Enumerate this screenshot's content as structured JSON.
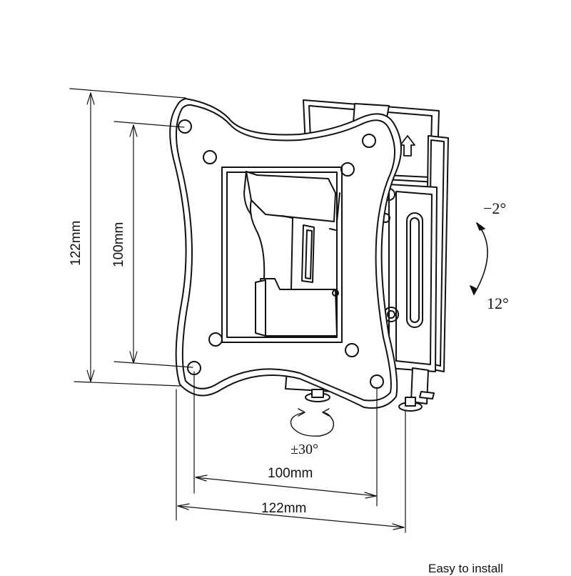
{
  "dimensions": {
    "outer_height": "122mm",
    "inner_height": "100mm",
    "inner_width": "100mm",
    "outer_width": "122mm"
  },
  "tilt": {
    "up": "−2°",
    "down": "12°"
  },
  "swivel": "±30°",
  "footer_text": "Easy to install"
}
